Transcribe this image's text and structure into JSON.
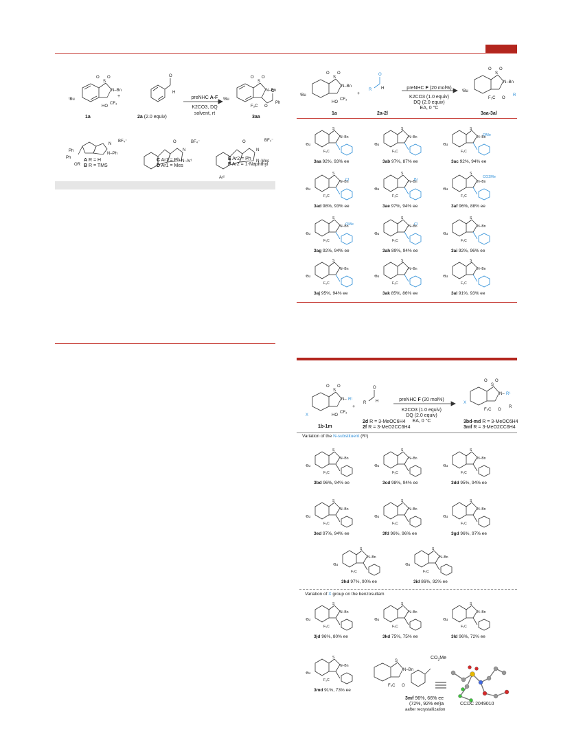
{
  "page": {
    "colors": {
      "accent": "#b3261e",
      "rule": "#c9453f",
      "substituent": "#2f8fd8",
      "band": "#e6e6e6"
    }
  },
  "scheme1": {
    "reagent1": "1a",
    "plus": "+",
    "reagent2_label": "2a",
    "reagent2_equiv": "(2.0 equiv)",
    "arrow_top_prefix": "preNHC",
    "arrow_top_bold": "A-F",
    "arrow_bottom_1": "K2CO3, DQ",
    "arrow_bottom_2": "solvent, rt",
    "product": "3aa",
    "catalysts": {
      "AB_line1_bold": "A",
      "AB_line1": "R = H",
      "AB_line2_bold": "B",
      "AB_line2": "R = TMS",
      "CD_line1_bold": "C",
      "CD_line1": "Ar1 = Ph",
      "CD_line2_bold": "D",
      "CD_line2": "Ar1 = Mes",
      "EF_line1_bold": "E",
      "EF_line1": "Ar2 = Ph",
      "EF_line2_bold": "F",
      "EF_line2": "Ar2 = 1-Naphthyl"
    }
  },
  "scheme2": {
    "reagent1": "1a",
    "plus": "+",
    "reagent2": "2a-2l",
    "arrow_top_prefix": "preNHC",
    "arrow_top_bold": "F",
    "arrow_top_suffix": "(20 mol%)",
    "arrow_bottom_1": "K2CO3 (1.0 equiv)",
    "arrow_bottom_2": "DQ (2.0 equiv)",
    "arrow_bottom_3": "EA, 0 °C",
    "product": "3aa-3al",
    "entries": [
      {
        "id": "3aa",
        "result": "92%, 93% ee",
        "sub": ""
      },
      {
        "id": "3ab",
        "result": "97%, 87% ee",
        "sub": ""
      },
      {
        "id": "3ac",
        "result": "92%, 94% ee",
        "sub": "OMe"
      },
      {
        "id": "3ad",
        "result": "98%, 93% ee",
        "sub": "Cl"
      },
      {
        "id": "3ae",
        "result": "97%, 94% ee",
        "sub": "Br"
      },
      {
        "id": "3af",
        "result": "96%, 88% ee",
        "sub": "CO2Me"
      },
      {
        "id": "3ag",
        "result": "92%, 94% ee",
        "sub": "OMe"
      },
      {
        "id": "3ah",
        "result": "89%, 94% ee",
        "sub": "Cl"
      },
      {
        "id": "3ai",
        "result": "92%, 96% ee",
        "sub": ""
      },
      {
        "id": "3aj",
        "result": "95%, 94% ee",
        "sub": ""
      },
      {
        "id": "3ak",
        "result": "85%, 86% ee",
        "sub": ""
      },
      {
        "id": "3al",
        "result": "91%, 93% ee",
        "sub": ""
      }
    ]
  },
  "scheme3": {
    "reagent1": "1b-1m",
    "plus": "+",
    "reagent2_line1_bold": "2d",
    "reagent2_line1": "R = 3-MeOC6H4",
    "reagent2_line2_bold": "2f",
    "reagent2_line2": "R = 3-MeO2CC6H4",
    "arrow_top_prefix": "preNHC",
    "arrow_top_bold": "F",
    "arrow_top_suffix": "(20 mol%)",
    "arrow_bottom_1": "K2CO3 (1.0 equiv)",
    "arrow_bottom_2": "DQ (2.0 equiv)",
    "arrow_bottom_3": "EA, 0 °C",
    "product_line1_bold": "3bd-md",
    "product_line1": "R = 3-MeOC6H4",
    "product_line2_bold": "3mf",
    "product_line2": "R = 3-MeO2CC6H4",
    "section1_pre": "Variation of the",
    "section1_blue": "N-substituent",
    "section1_post": "(R¹)",
    "section2_pre": "Variation of",
    "section2_blue": "X",
    "section2_post": "group on the benzosultam",
    "entries1": [
      {
        "id": "3bd",
        "result": "96%, 94% ee"
      },
      {
        "id": "3cd",
        "result": "98%, 94% ee"
      },
      {
        "id": "3dd",
        "result": "95%, 94% ee"
      },
      {
        "id": "3ed",
        "result": "97%, 94% ee"
      },
      {
        "id": "3fd",
        "result": "96%, 96% ee"
      },
      {
        "id": "3gd",
        "result": "96%, 97% ee"
      },
      {
        "id": "3hd",
        "result": "97%, 90% ee"
      },
      {
        "id": "3id",
        "result": "86%, 92% ee"
      }
    ],
    "entries2": [
      {
        "id": "3jd",
        "result": "96%, 80% ee"
      },
      {
        "id": "3kd",
        "result": "75%, 75% ee"
      },
      {
        "id": "3ld",
        "result": "96%, 72% ee"
      },
      {
        "id": "3md",
        "result": "91%, 73% ee"
      }
    ],
    "mf": {
      "id": "3mf",
      "result": "96%, 66% ee",
      "result2": "(72%, 92% ee)a",
      "footnote": "aafter recrystallization"
    },
    "ccdc": "CCDC 2049010"
  }
}
